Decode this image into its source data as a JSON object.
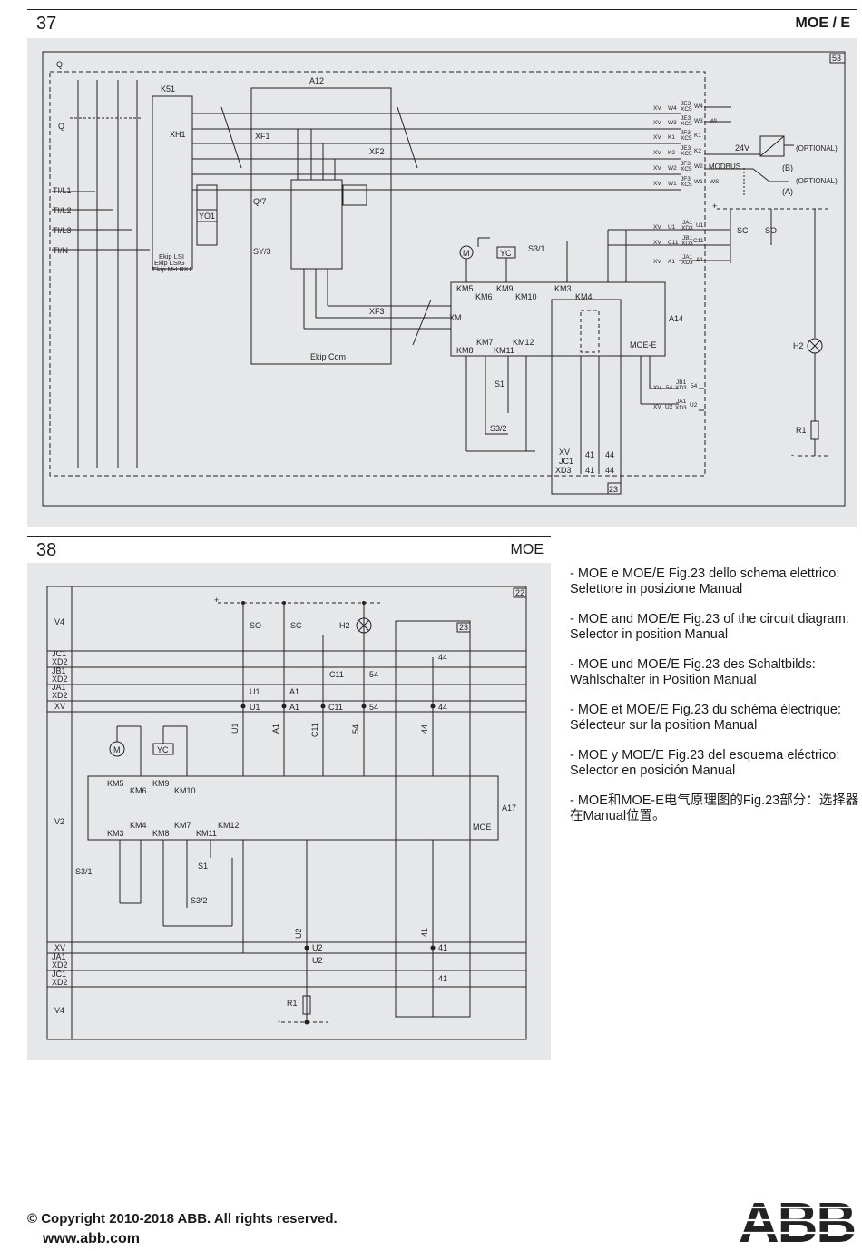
{
  "fig37": {
    "number": "37",
    "tag": "MOE / E",
    "corner": "53",
    "labels": {
      "q_top": "Q",
      "q_side": "Q",
      "k51": "K51",
      "xh1": "XH1",
      "a12": "A12",
      "xf1": "XF1",
      "xf2": "XF2",
      "xf3": "XF3",
      "xm": "XM",
      "q7": "Q/7",
      "sy3": "SY/3",
      "yo1": "YO1",
      "l1": "TI/L1",
      "l2": "TI/L2",
      "l3": "TI/L3",
      "ln": "TI/N",
      "ekip1": "Ekip LSI",
      "ekip2": "Ekip LSIG",
      "ekip3": "Ekip M-LRIU",
      "ekipcom": "Ekip Com",
      "m": "M",
      "yc": "YC",
      "s31": "S3/1",
      "s1": "S1",
      "s32": "S3/2",
      "km5": "KM5",
      "km6": "KM6",
      "km9": "KM9",
      "km10": "KM10",
      "km3": "KM3",
      "km4": "KM4",
      "km7": "KM7",
      "km8": "KM8",
      "km11": "KM11",
      "km12": "KM12",
      "a14": "A14",
      "moee": "MOE-E",
      "h2": "H2",
      "r1": "R1",
      "v24": "24V",
      "modbus": "MODBUS",
      "opt1": "(OPTIONAL)",
      "opt2": "(OPTIONAL)",
      "b": "(B)",
      "a": "(A)",
      "sc": "SC",
      "so": "SO",
      "plus": "+",
      "minus": "-",
      "xv": "XV",
      "jc1": "JC1",
      "xd3": "XD3",
      "n41": "41",
      "n44": "44",
      "box23": "23",
      "w4": "W4",
      "w3": "W3",
      "wi": "WI",
      "k1": "K1",
      "k2": "K2",
      "w2": "W2",
      "w1": "W1",
      "ws": "WS",
      "u1": "U1",
      "c11": "C11",
      "a1": "A1",
      "n54": "54",
      "u2": "U2",
      "je3": "JE3",
      "jf3": "JF3",
      "xc5": "XC5",
      "ja1": "JA1",
      "jb1": "JB1"
    }
  },
  "fig38": {
    "number": "38",
    "tag": "MOE",
    "corner": "22",
    "rows": [
      "V4",
      "JC1",
      "XD2",
      "JB1",
      "XD2",
      "JA1",
      "XD2",
      "XV",
      "V2",
      "XV",
      "JA1",
      "XD2",
      "JC1",
      "XD2",
      "V4"
    ],
    "labels": {
      "so": "SO",
      "sc": "SC",
      "h2": "H2",
      "box23": "23",
      "n44": "44",
      "c11": "C11",
      "n54": "54",
      "u1": "U1",
      "a1": "A1",
      "m": "M",
      "yc": "YC",
      "km5": "KM5",
      "km6": "KM6",
      "km9": "KM9",
      "km10": "KM10",
      "km4": "KM4",
      "km3": "KM3",
      "km7": "KM7",
      "km8": "KM8",
      "km11": "KM11",
      "km12": "KM12",
      "a17": "A17",
      "moe": "MOE",
      "s31": "S3/1",
      "s1": "S1",
      "s32": "S3/2",
      "u2": "U2",
      "n41": "41",
      "r1": "R1",
      "plus": "+",
      "minus": "-"
    }
  },
  "notes": [
    "- MOE e MOE/E Fig.23 dello schema elettrico: Selettore in posizione Manual",
    "- MOE and MOE/E Fig.23 of the circuit diagram: Selector in position Manual",
    "- MOE und MOE/E Fig.23 des Schaltbilds: Wahlschalter in Position Manual",
    "- MOE et MOE/E Fig.23 du schéma électrique: Sélecteur sur la position Manual",
    "- MOE y MOE/E Fig.23 del esquema eléctrico: Selector en posición Manual",
    "- MOE和MOE-E电气原理图的Fig.23部分：选择器在Manual位置。"
  ],
  "footer": {
    "copyright": "© Copyright 2010-2018 ABB. All rights reserved.",
    "url": "www.abb.com",
    "logo": "ABB"
  }
}
